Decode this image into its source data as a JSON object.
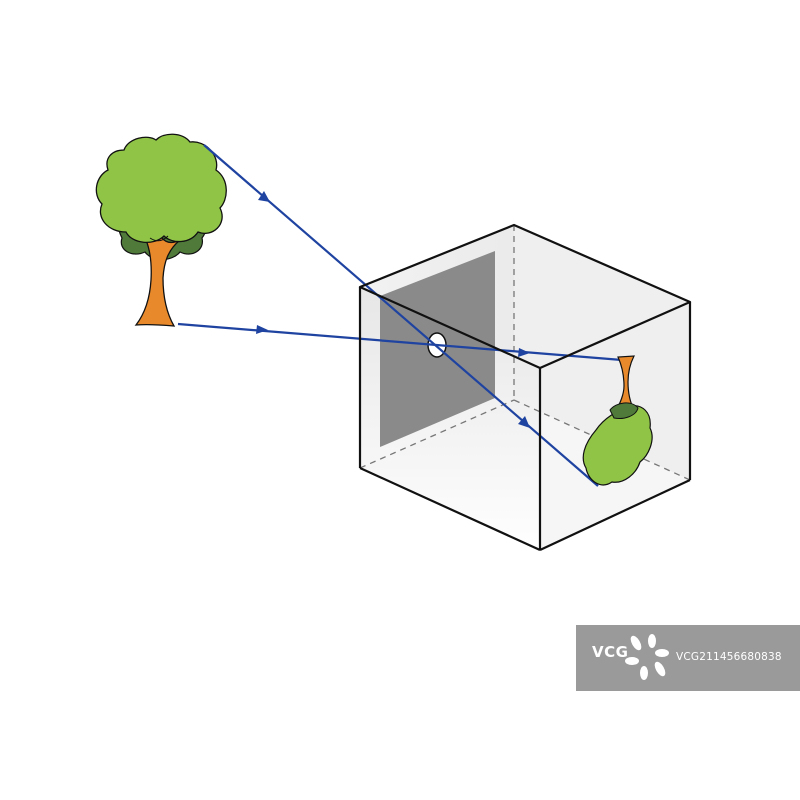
{
  "colors": {
    "ray": "#1f43a0",
    "foliage": "#8fc447",
    "foliage_dark": "#4f7a3a",
    "trunk": "#e8892b",
    "screen": "#8a8a8a",
    "box_edge": "#111111",
    "watermark_bg": "#9a9a9a"
  },
  "icons": {
    "object": "tree-icon",
    "image": "inverted-tree-icon",
    "aperture": "pinhole"
  },
  "watermark": {
    "brand": "VCG",
    "id": "VCG211456680838"
  }
}
